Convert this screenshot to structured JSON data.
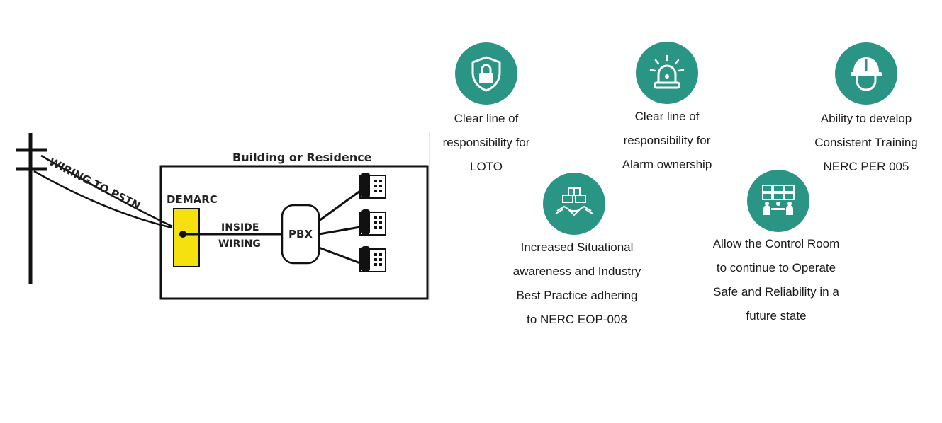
{
  "diagram": {
    "wiring_label": "WIRING TO PSTN",
    "building_label": "Building or Residence",
    "demarc_label": "DEMARC",
    "inside_label_1": "INSIDE",
    "inside_label_2": "WIRING",
    "pbx_label": "PBX"
  },
  "colors": {
    "teal": "#2a9584",
    "demarc_yellow": "#f5e10f"
  },
  "benefits": [
    {
      "icon": "lock-shield-icon",
      "lines": [
        "Clear line of",
        "responsibility for",
        "LOTO"
      ]
    },
    {
      "icon": "alarm-light-icon",
      "lines": [
        "Clear line of",
        "responsibility for",
        "Alarm ownership"
      ]
    },
    {
      "icon": "hard-hat-icon",
      "lines": [
        "Ability to develop",
        "Consistent Training",
        "NERC PER 005"
      ]
    },
    {
      "icon": "handshake-icon",
      "lines": [
        "Increased Situational",
        "awareness and Industry",
        "Best Practice adhering",
        "to NERC EOP-008"
      ]
    },
    {
      "icon": "control-room-icon",
      "lines": [
        "Allow the Control Room",
        "to continue to Operate",
        "Safe and Reliability in a",
        "future state"
      ]
    }
  ]
}
